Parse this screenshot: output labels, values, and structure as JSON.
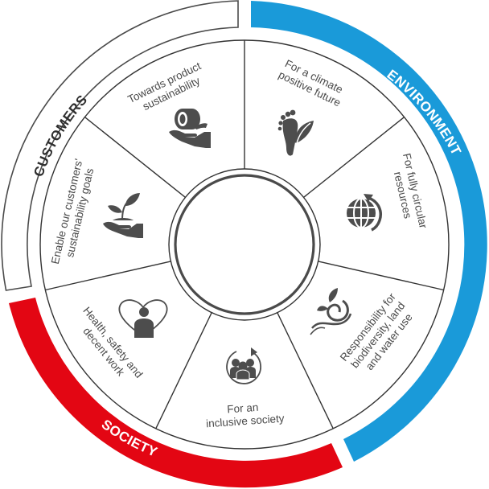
{
  "diagram": {
    "type": "circular-wheel",
    "center_label": "",
    "colors": {
      "environment": "#1a9ad9",
      "society": "#e30613",
      "customers_fill": "#ffffff",
      "customers_stroke": "#4a4a4a",
      "text": "#4a4a4a",
      "icon": "#4d4d4d",
      "divider": "#333333"
    },
    "outer_ring": [
      {
        "id": "customers",
        "label": "CUSTOMERS"
      },
      {
        "id": "environment",
        "label": "ENVIRONMENT"
      },
      {
        "id": "society",
        "label": "SOCIETY"
      }
    ],
    "segments": [
      {
        "id": "product",
        "lines": [
          "Towards product",
          "sustainability"
        ],
        "icon": "hand-holding-tape-roll-icon",
        "group": "customers"
      },
      {
        "id": "climate",
        "lines": [
          "For a climate",
          "positive future"
        ],
        "icon": "footprint-leaf-icon",
        "group": "environment"
      },
      {
        "id": "circular",
        "lines": [
          "For fully circular",
          "resources"
        ],
        "icon": "globe-circular-arrow-icon",
        "group": "environment"
      },
      {
        "id": "biodiversity",
        "lines": [
          "Responsibility for",
          "biodiversity, land",
          "and water use"
        ],
        "icon": "swirl-leaf-water-icon",
        "group": "environment"
      },
      {
        "id": "inclusive",
        "lines": [
          "For an",
          "inclusive society"
        ],
        "icon": "people-group-circle-icon",
        "group": "society"
      },
      {
        "id": "health",
        "lines": [
          "Health, safety and",
          "decent work"
        ],
        "icon": "heart-person-icon",
        "group": "society"
      },
      {
        "id": "customers-goals",
        "lines": [
          "Enable our customers'",
          "sustainability goals"
        ],
        "icon": "hand-holding-sprout-icon",
        "group": "customers"
      }
    ]
  }
}
